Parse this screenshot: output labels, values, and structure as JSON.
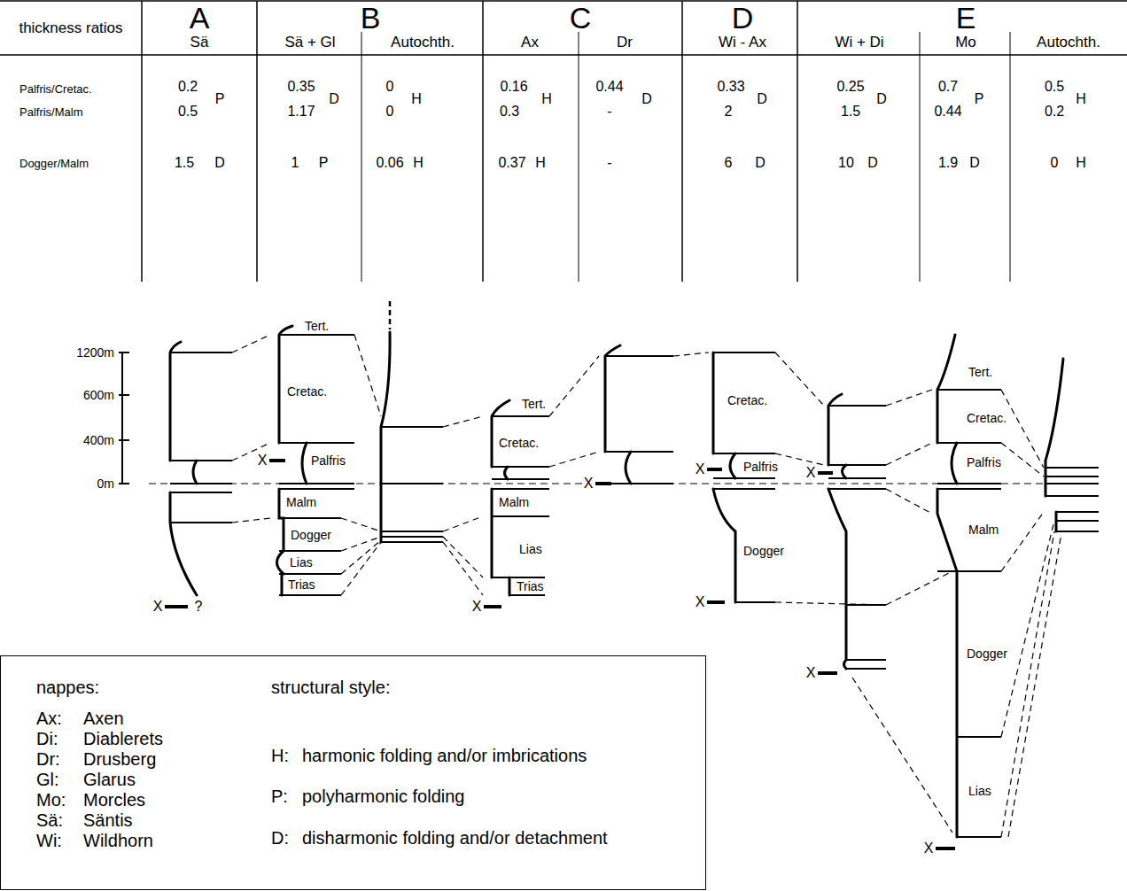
{
  "diagram": {
    "nodes": [
      {
        "text": [
          "nappes:",
          "Ax:",
          "Axen",
          "Di:",
          "Diablerets",
          "Dr:",
          "Drusberg",
          "Gl:",
          "Glarus",
          "Mo:",
          "Morcles",
          "Sä:",
          "Säntis",
          "Wi:",
          "Wildhorn",
          "structural style:",
          "H:",
          "harmonic folding and/or imbrications",
          "P:",
          "polyharmonic folding",
          "D:",
          "disharmonic folding and/or detachment"
        ]
      }
    ],
    "labels": [
      "thickness ratios",
      "A",
      "B",
      "C",
      "D",
      "E",
      "Sä",
      "Sä + Gl",
      "Autochth.",
      "Ax",
      "Dr",
      "Wi - Ax",
      "Wi + Di",
      "Mo",
      "Autochth.",
      "Palfris/Cretac.",
      "Palfris/Malm",
      "Dogger/Malm",
      "0.2",
      "0.5",
      "P",
      "1.5",
      "D",
      "0.35",
      "1.17",
      "D",
      "1",
      "P",
      "0",
      "0",
      "H",
      "0.06",
      "H",
      "0.16",
      "0.3",
      "H",
      "0.37",
      "H",
      "0.44",
      "-",
      "D",
      "-",
      "0.33",
      "2",
      "D",
      "6",
      "D",
      "0.25",
      "1.5",
      "D",
      "10",
      "D",
      "0.7",
      "0.44",
      "P",
      "1.9",
      "D",
      "0.5",
      "0.2",
      "H",
      "0",
      "H",
      "1200m",
      "600m",
      "400m",
      "0m",
      "X",
      "?",
      "Tert.",
      "Cretac.",
      "X",
      "Palfris",
      "Malm",
      "Dogger",
      "Lias",
      "Trias",
      "Tert.",
      "Cretac.",
      "Malm",
      "Lias",
      "Trias",
      "X",
      "X",
      "Cretac.",
      "X",
      "Palfris",
      "Dogger",
      "X",
      "X",
      "X",
      "Tert.",
      "Cretac.",
      "Palfris",
      "Malm",
      "Dogger",
      "Lias",
      "X"
    ]
  }
}
